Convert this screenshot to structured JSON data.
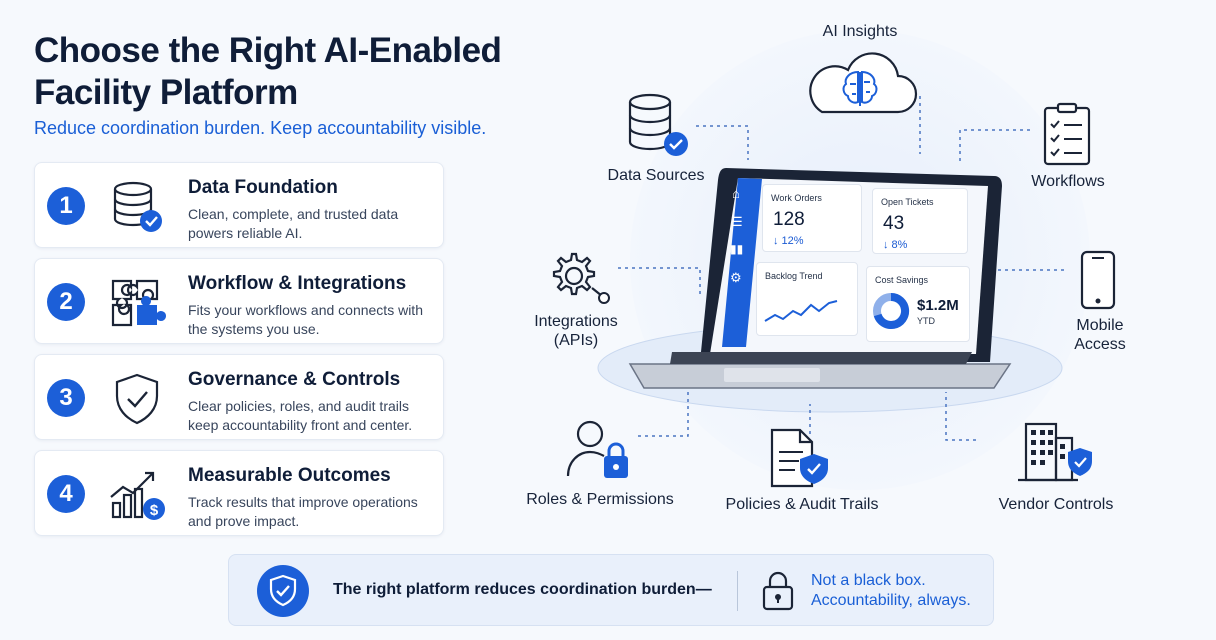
{
  "header": {
    "title": "Choose the Right AI-Enabled Facility Platform",
    "subtitle": "Reduce coordination burden. Keep accountability visible."
  },
  "cards": [
    {
      "number": "1",
      "title": "Data Foundation",
      "desc": "Clean, complete, and trusted data powers reliable AI.",
      "icon": "database-check-icon"
    },
    {
      "number": "2",
      "title": "Workflow & Integrations",
      "desc": "Fits your workflows and connects with the systems you use.",
      "icon": "puzzle-icon"
    },
    {
      "number": "3",
      "title": "Governance & Controls",
      "desc": "Clear policies, roles, and audit trails keep accountability front and center.",
      "icon": "shield-check-icon"
    },
    {
      "number": "4",
      "title": "Measurable Outcomes",
      "desc": "Track results that improve operations and prove impact.",
      "icon": "growth-chart-icon"
    }
  ],
  "diagram": {
    "ai_insights": "AI Insights",
    "data_sources": "Data Sources",
    "workflows": "Workflows",
    "integrations": "Integrations (APIs)",
    "mobile": "Mobile Access",
    "roles": "Roles & Permissions",
    "policies": "Policies & Audit Trails",
    "vendor": "Vendor Controls"
  },
  "dashboard": {
    "work_orders": {
      "title": "Work Orders",
      "value": "128",
      "delta": "↓ 12%"
    },
    "open_tickets": {
      "title": "Open Tickets",
      "value": "43",
      "delta": "↓ 8%"
    },
    "backlog": {
      "title": "Backlog Trend"
    },
    "savings": {
      "title": "Cost Savings",
      "value": "$1.2M",
      "sub": "YTD"
    }
  },
  "banner": {
    "text": "The right platform reduces coordination burden—",
    "note_line1": "Not a black box.",
    "note_line2": "Accountability, always."
  },
  "colors": {
    "accent": "#1c5fd8",
    "ink": "#0f1d38",
    "panel": "#e9f0fb"
  }
}
